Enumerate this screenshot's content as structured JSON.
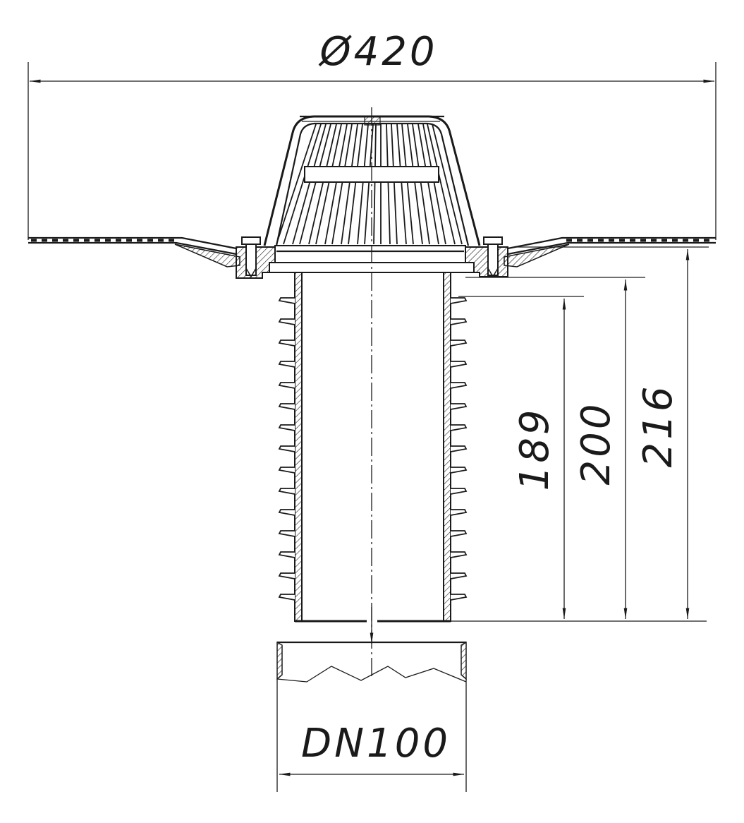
{
  "drawing": {
    "dimensions": {
      "flange_diameter": "Ø420",
      "pipe_diameter": "DN100",
      "height_1": "189",
      "height_2": "200",
      "height_3": "216"
    }
  },
  "colors": {
    "line": "#1a1a1a",
    "background": "#ffffff"
  }
}
